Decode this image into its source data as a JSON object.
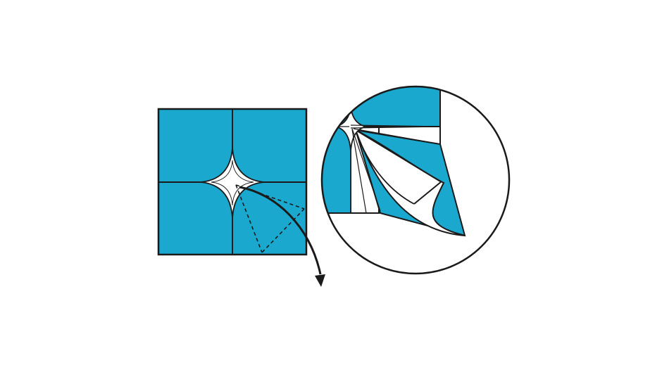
{
  "diagram": {
    "colors": {
      "paper_fill": "#1aa8cf",
      "outline": "#1a1a1a",
      "background": "#ffffff",
      "crease_highlight": "#ffffff"
    },
    "left_panel": {
      "shape": "square-sheet-folded-into-quarters",
      "fold_lines": "dashed",
      "arrow": "curved-fold-arrow"
    },
    "right_panel": {
      "shape": "circular-magnified-detail",
      "detail": "petal-fold-at-center"
    }
  }
}
